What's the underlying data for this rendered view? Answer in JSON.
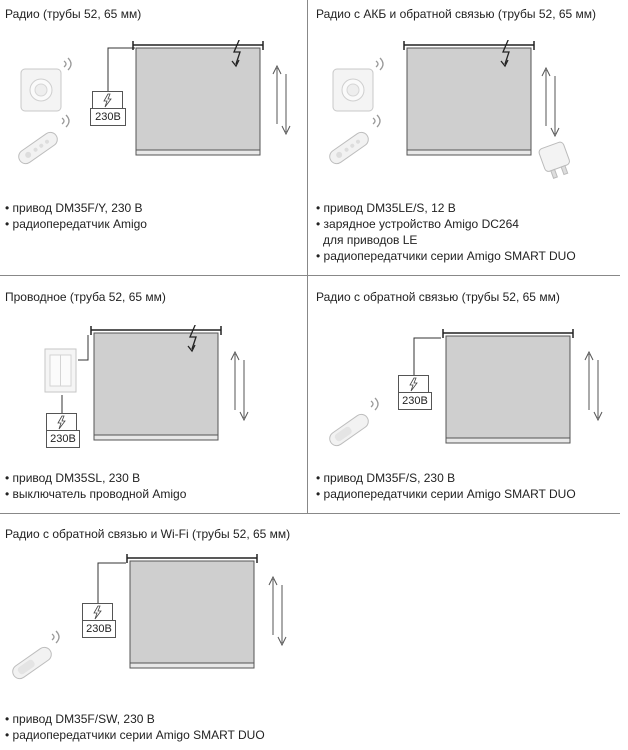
{
  "panels": [
    {
      "title": "Радио (трубы 52, 65 мм)",
      "items": [
        "• привод DM35F/Y, 230 В",
        "• радиопередатчик Amigo"
      ]
    },
    {
      "title": "Радио с АКБ и обратной связью (трубы 52, 65 мм)",
      "items": [
        "• привод DM35LE/S, 12 В",
        "• зарядное устройство Amigo DC264",
        "  для приводов LE",
        "• радиопередатчики серии Amigo SMART DUO"
      ]
    },
    {
      "title": "Проводное (труба 52, 65 мм)",
      "items": [
        "• привод DM35SL, 230 В",
        "• выключатель проводной Amigo"
      ]
    },
    {
      "title": "Радио с обратной связью (трубы 52, 65 мм)",
      "items": [
        "• привод DM35F/S, 230 В",
        "• радиопередатчики серии Amigo SMART DUO"
      ]
    },
    {
      "title": "Радио с обратной связью и Wi-Fi (трубы 52, 65 мм)",
      "items": [
        "• привод DM35F/SW, 230 В",
        "• радиопередатчики серии Amigo SMART DUO"
      ]
    }
  ],
  "power_label": "230В",
  "icons": {
    "lightning": "lightning-icon",
    "updown": "up-down-arrows-icon",
    "remote": "remote-control-icon",
    "switch": "wall-switch-icon",
    "charger": "charger-icon",
    "signal": "radio-signal-icon"
  },
  "colors": {
    "blind": "#cfcfcf",
    "blind_border": "#555555",
    "grid": "#888888"
  }
}
